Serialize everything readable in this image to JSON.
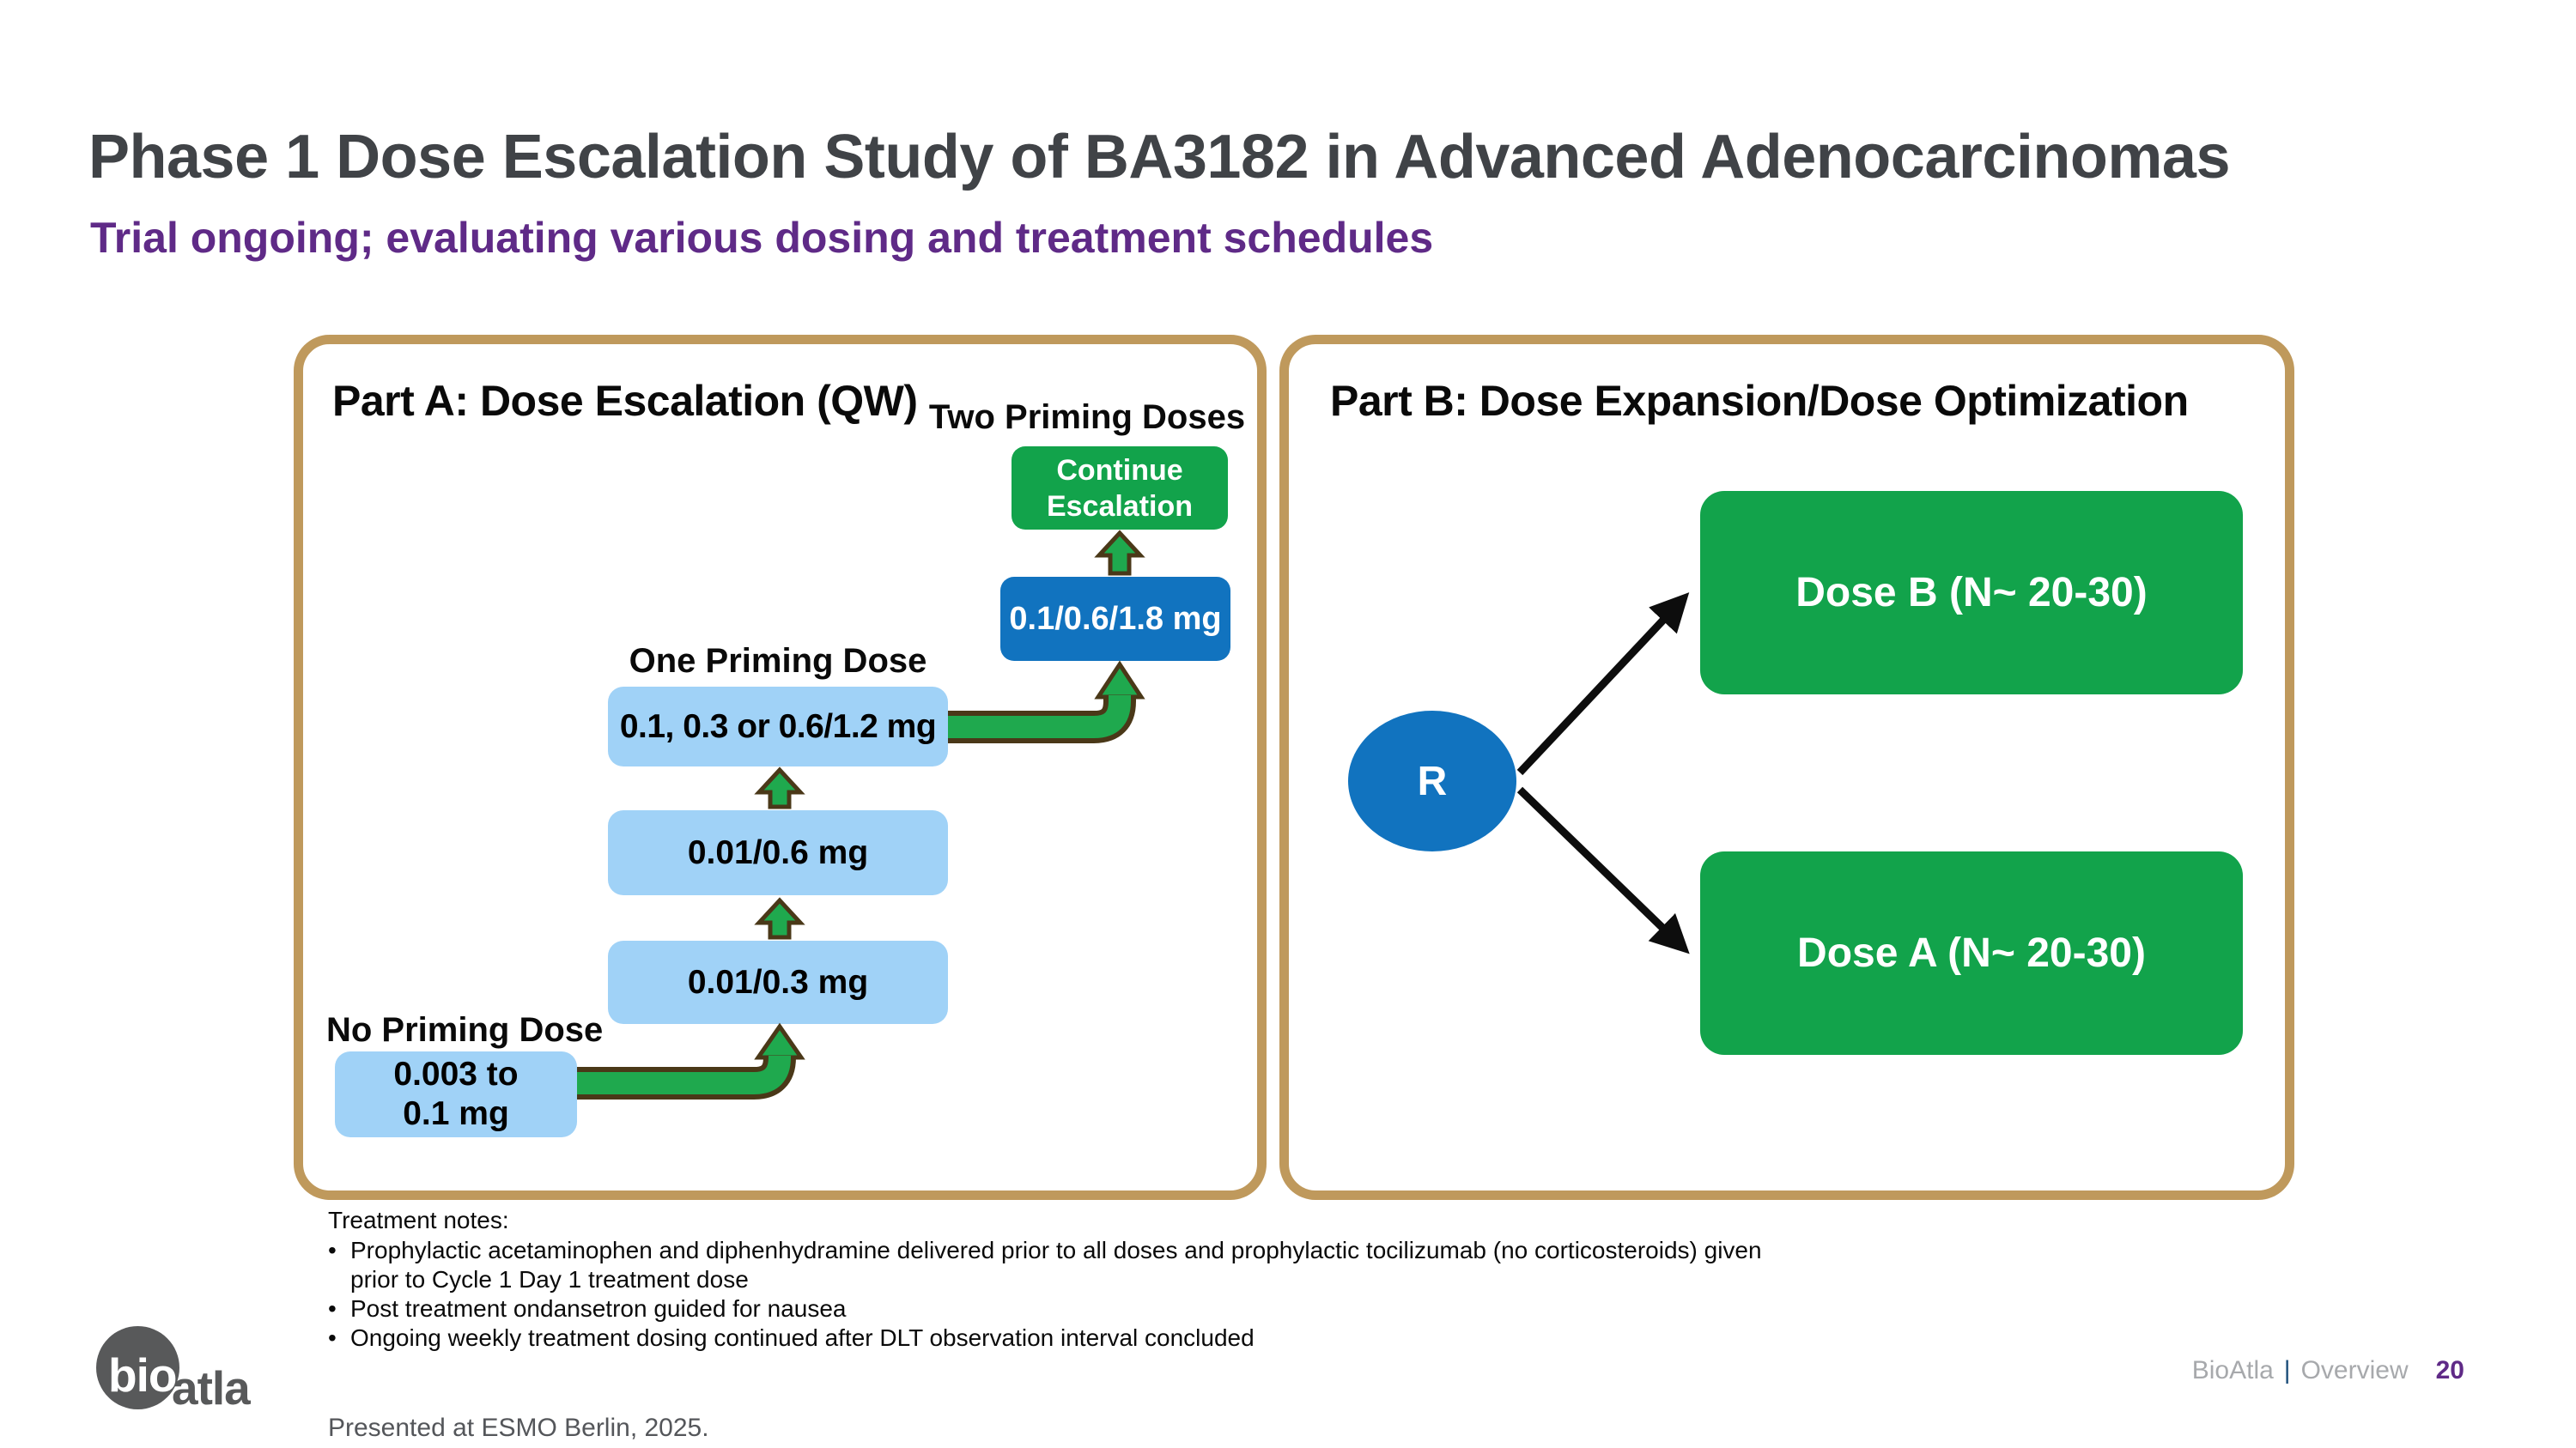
{
  "slide": {
    "title": "Phase 1 Dose Escalation Study of BA3182 in Advanced Adenocarcinomas",
    "subtitle": "Trial ongoing; evaluating various dosing and treatment schedules"
  },
  "part_a": {
    "title": "Part A: Dose Escalation (QW)",
    "two_priming_label": "Two Priming Doses",
    "one_priming_label": "One Priming Dose",
    "no_priming_label": "No Priming Dose",
    "continue_box": {
      "line1": "Continue",
      "line2": "Escalation"
    },
    "dose_levels": {
      "level4": "0.1/0.6/1.8 mg",
      "level3": "0.1, 0.3 or 0.6/1.2 mg",
      "level2": "0.01/0.6 mg",
      "level1": "0.01/0.3 mg",
      "level0_line1": "0.003 to",
      "level0_line2": "0.1 mg"
    }
  },
  "part_b": {
    "title": "Part B: Dose Expansion/Dose Optimization",
    "randomization": "R",
    "dose_b_box": "Dose B (N~ 20-30)",
    "dose_a_box": "Dose A (N~ 20-30)"
  },
  "notes": {
    "heading": "Treatment notes:",
    "bullet_char": "•",
    "bullet1_line1": "Prophylactic acetaminophen and diphenhydramine delivered prior to all doses and prophylactic tocilizumab (no corticosteroids) given",
    "bullet1_line2": "prior to Cycle 1 Day 1 treatment dose",
    "bullet2": "Post treatment ondansetron guided for nausea",
    "bullet3": "Ongoing weekly treatment dosing continued after DLT observation interval concluded"
  },
  "footer": {
    "logo_bio": "bio",
    "logo_atla": "atla",
    "presented": "Presented at ESMO Berlin, 2025.",
    "brand": "BioAtla",
    "separator": "|",
    "section": "Overview",
    "page_number": "20"
  },
  "colors": {
    "green": "#12a34b",
    "blue": "#1173bf",
    "light_blue": "#a0d2f7",
    "panel_border": "#bf995c",
    "arrow_green": "#1fa94e",
    "arrow_outline": "#4a3818",
    "black_arrow": "#0d0d0d",
    "title_gray": "#404347",
    "subtitle_purple": "#5f2a87",
    "footer_gray": "#a7a9ac",
    "separator_navy": "#1d4e7a",
    "page_number_purple": "#5f2a87",
    "logo_gray": "#58595a"
  }
}
